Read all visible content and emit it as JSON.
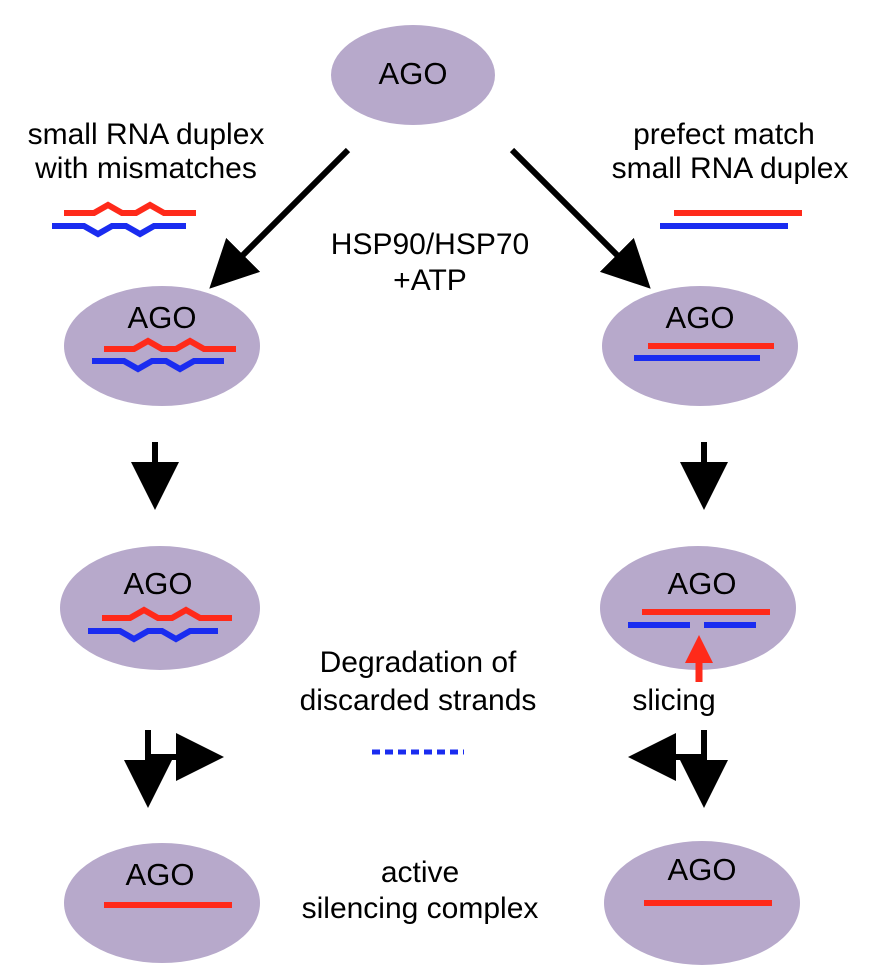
{
  "colors": {
    "ellipse": "#b7a9cb",
    "guide_strand": "#ff2a1a",
    "passenger_strand": "#1a2cf0",
    "arrow": "#000000",
    "slicing_arrow": "#ff2a1a"
  },
  "nodes": {
    "top_ago": "AGO",
    "left_loaded_ago": "AGO",
    "right_loaded_ago": "AGO",
    "left_mid_ago": "AGO",
    "right_mid_ago": "AGO",
    "left_final_ago": "AGO",
    "right_final_ago": "AGO"
  },
  "labels": {
    "mismatch_duplex_line1": "small RNA duplex",
    "mismatch_duplex_line2": "with mismatches",
    "perfect_duplex_line1": "prefect match",
    "perfect_duplex_line2": "small RNA duplex",
    "chaperone_line1": "HSP90/HSP70",
    "chaperone_line2": "+ATP",
    "degradation_line1": "Degradation of",
    "degradation_line2": "discarded strands",
    "slicing": "slicing",
    "active_line1": "active",
    "active_line2": "silencing complex"
  }
}
